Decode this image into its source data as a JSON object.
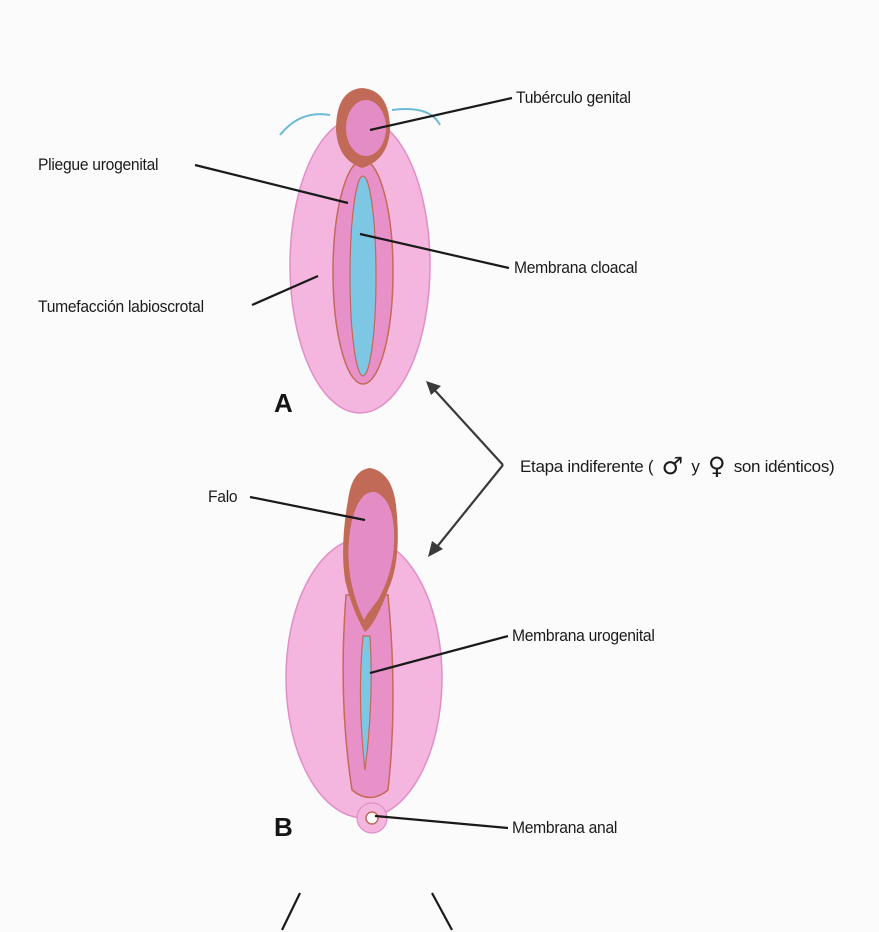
{
  "panels": [
    {
      "letter": "A",
      "labels": {
        "tuberculo": "Tubérculo genital",
        "pliegue": "Pliegue urogenital",
        "membrana_cloacal": "Membrana cloacal",
        "tumefaccion": "Tumefacción labioscrotal"
      }
    },
    {
      "letter": "B",
      "labels": {
        "falo": "Falo",
        "membrana_urogenital": "Membrana urogenital",
        "membrana_anal": "Membrana anal"
      }
    }
  ],
  "etapa": {
    "prefix": "Etapa indiferente (",
    "male_symbol": "♂",
    "conjunction": "y",
    "female_symbol": "♀",
    "suffix": "son idénticos)"
  },
  "colors": {
    "swelling": "#f4b5df",
    "swelling_stroke": "#e08fc6",
    "tubercle": "#c26a58",
    "fold": "#e791c8",
    "membrane": "#7dc6e4",
    "arrow": "#3a3a3a"
  }
}
